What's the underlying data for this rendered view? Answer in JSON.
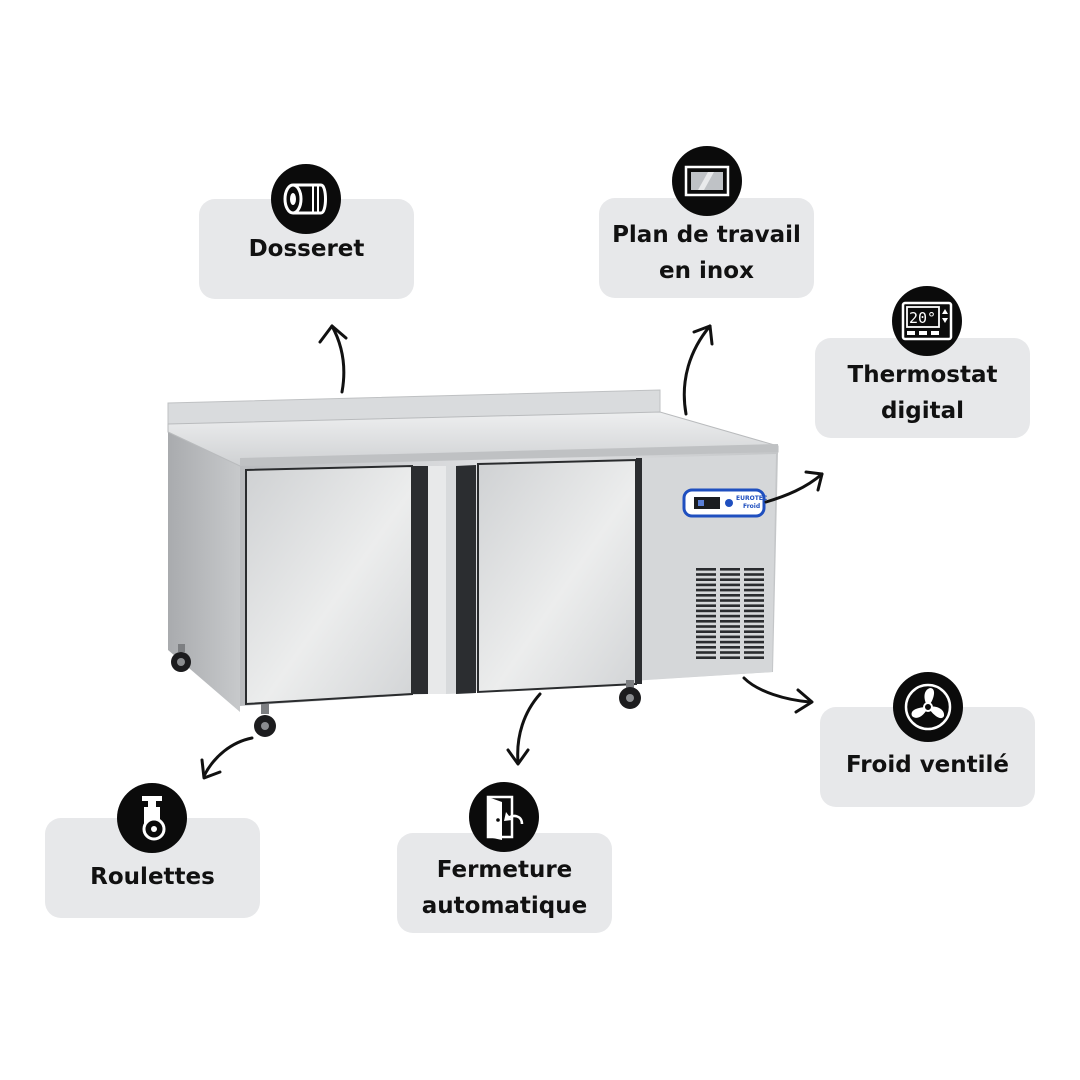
{
  "features": {
    "dosseret": {
      "label": "Dosseret",
      "icon": "backsplash-roll-icon"
    },
    "plan_travail": {
      "label": "Plan de travail\nen inox",
      "icon": "stainless-worktop-icon"
    },
    "thermostat": {
      "label": "Thermostat\ndigital",
      "icon": "digital-thermostat-icon",
      "display": "20°"
    },
    "froid_ventile": {
      "label": "Froid ventilé",
      "icon": "fan-icon"
    },
    "fermeture": {
      "label": "Fermeture\nautomatique",
      "icon": "self-closing-door-icon"
    },
    "roulettes": {
      "label": "Roulettes",
      "icon": "caster-wheel-icon"
    }
  },
  "product": {
    "brand": "EUROTEC",
    "brand_sub": "Froid"
  },
  "colors": {
    "box_bg": "#e7e8ea",
    "icon_bg": "#0b0b0b",
    "text": "#111111",
    "steel": "#c9cbcd",
    "control_panel_blue": "#1f4fbf"
  }
}
